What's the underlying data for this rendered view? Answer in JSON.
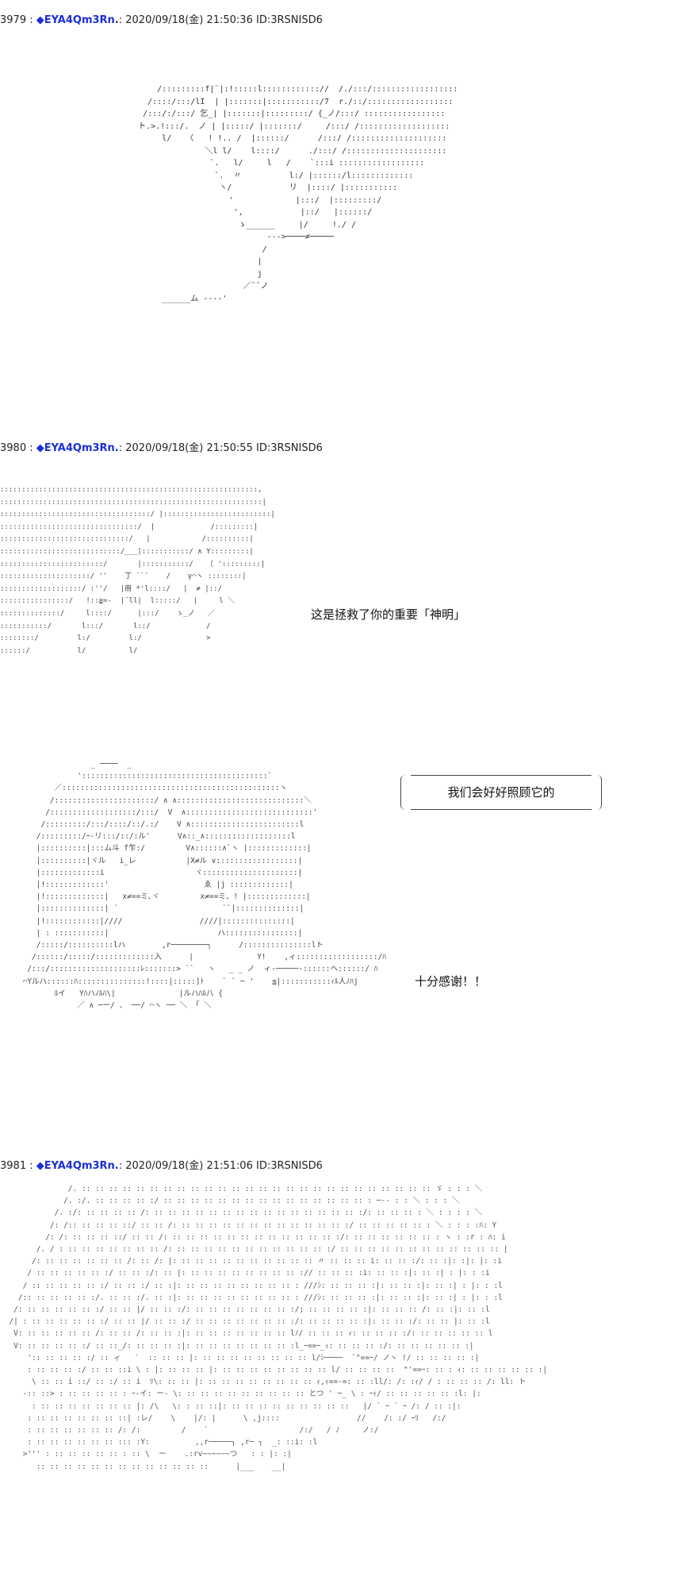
{
  "posts": [
    {
      "header": {
        "number": "3979 :",
        "trip": "◆EYA4Qm3Rn.",
        "meta": ": 2020/09/18(金) 21:50:36 ID:3RSNISD6"
      },
      "art": "        /:::::::::f|¨|:!:::::l:::::::::::://  /./:::/::::::::::::::::::\n      /::::/:::/lI  | |:::::::|:::::::::::/7  r./::/::::::::::::::::::\n     /:::/:/:::/ 乞_| |:::::::|:::::::::/ {_ノ/:::/ :::::::::::::::::\n    ト.>.!:::/.  ノ | |:::::/ |:::::::/     /:::/ /:::::::::::::::::::\n         l/   〈   ! !.. /  |::::::/      /:::/ /::::::::::::::::::::\n                  ＼l l/    l::::/      ./:::/ /:::::::::::::::::::::\n                   `.   l/     l   /    `:::i ::::::::::::::::::\n                    `.  〃          l:/ |::::::/l:::::::::::::\n                     ヽ/            リ  |::::/ |:::::::::::\n                       '             |:::/  |:::::::::/\n                        ',            |::/   |::::::/\n                         ゝ______     |/     !./ /\n                               --->────≠─────\n                              /\n                             |\n                             j\n                          ／¨¨ノ\n         ______ム ---‐'"
    },
    {
      "header": {
        "number": "3980 :",
        "trip": "◆EYA4Qm3Rn.",
        "meta": ": 2020/09/18(金) 21:50:55 ID:3RSNISD6"
      },
      "art": "::::::::::::::::::::::::::::::::::::::::::::::::::::::::::::,\n:::::::::::::::::::::::::::::::::::::::::::::::::::::::::::::|\n:::::::::::::::::::::::::::::::::::/ |:::::::::::::::::::::::::|\n::::::::::::::::::::::::::::::::/  |             /:::::::::|\n::::::::::::::::::::::::::::::/   |            /::::::::::|\n::::::::::::::::::::::::::::/___|:::::::::::/ ∧ Y:::::::::|\n::::::::::::::::::::::::/       |:::::::::::/   〔 ':::::::::|\n:::::::::::::::::::::/ ''    丁 ¨``    /    γ⌒ヽ ::::::::|\n:::::::::::::::::::/ :''/   |冊 *'l::::/   |  ≠ |::/\n::::::::::::::::/   !::≧=-  |¨ll|  l:::::/   |     l ＼\n::::::::::::::/     l::::/      |:::/    ゝ_ノ   ／\n:::::::::::/       l:::/       l::/             /\n::::::::/         l:/         l:/               >\n::::::/           l/          l/"
    },
    {
      "header": null,
      "art": "                    _ ────  _\n                 ':::::::::::::::::::::::::::::::::::::::::`\n            ／::::::::::::::::::::::::::::::::::::::::::::::::ヽ\n           /::::::::::::::::::::::/ ∧ ∧::::::::::::::::::::::::::::＼\n          /:::::::::::::::::::/:::/  V  ∧::::::::::::::::::::::::::::'\n         /:::::::::/:::/::::/::/.:/    V ∧::::::::::::::::::::::::l\n        /:::::::::/ｰ-リ:::/::/:ル'      V∧::_∧:::::::::::::::::::l\n        |::::::::::|:::ム斗 f乍:/         V∧::::::∧`ヽ |:::::::::::::|\n        |::::::::::|ヾル   i_レ           |X≠ル ∨::::::::::::::::::|\n        |:::::::::::::i                    ヾ:::::::::::::::::::::|\n        |!:::::::::::::'                     ゑ |j :::::::::::::|\n        |!:::::::::::::|   x≠==ミ､ヾ         x≠==ミ、! |:::::::::::::|\n        |::::::::::::::| ´                       ``|::::::::::::::|\n        |!::::::::::::|////                 ////|:::::::::::::::|\n        | : :::::::::::|                        ハ::::::::::::::::|\n        /:::::/::::::::::lハ        ,r────────┐      /:::::::::::::::lト\n       /::::::/:::::/:::::::::::::入      |              Y!    ,ィ::::::::::::::::::/ﾊ\n      /:::/::::::::::::::::::::ﾚ:::::::> ``   ヽ   _ _ ノ  ィ‐─────‐::::::ヘ::::::/ ﾊ\n     ⌒Yルハ::::::ﾊ:::::::::::::::!::::|:::::]ﾄ    ` ` ─ '    ≦|:::::::::::ｨﾙ人ﾉﾊj\n            ﾙイ   Yﾊハﾉﾙﾊ\\|              |ルハﾊﾙ八 {\n                 ／ ∧ ─ー/ 、 ──/ ⌒ヽ ── ＼ 「 ＼"
    },
    {
      "header": {
        "number": "3981 :",
        "trip": "◆EYA4Qm3Rn.",
        "meta": ": 2020/09/18(金) 21:51:06 ID:3RSNISD6"
      },
      "art": "               /. :: :: :: :: :: :: :: :: :: :: :: :: :: :: :: :: :: :: :: :: :: :: :: :: :: :: ゞ : : : ＼\n              /. :/. :: :: :: :: :/ :: :: :: :: :: :: :: :: :: :: :: :: :: :: :: : ─‐- : : ＼ : : : ＼\n            /. :/: :: :: :: :: /: :: :: :: :: :: :: :: :: :: :: :: :: :: :: :: :/: :: :: :: : ＼ : : : : ＼\n           /: /:: :: :: :: ::/ :: :: /: :: :: :: :: :: :: :: :: :: :: :: :: :/ :: :: :: :: :: : ＼ : : : :ﾊ: Y\n          /: /: :: :: :: ::/ :: :: /: :: :: :: :: :: :: :: :: :: :: :: :: :/: :: :: :: :: :: :: : ヽ : :r : ﾊ: i\n        /. / : :: :: :: :: :: :: :: /: :: :: :: :: :: :: :: :: :: :: :: :/ :: :: :: :: :: :: :: :: :: :: :: :: |\n       /: :: :: :: :: :: :: /: :: /: |: :: :: :: :: :: :: :: :: :: :: 〃 :: :: :: i: :: :: :/: :: :|: :|: |: :i\n      / :: :: :: :: :: :/ :: :: :/: :: |: :: :: :: :: :: :: :: :: :// :: :: :: :i: :: :: :|: :: :| : |: : :i\n     / :: :: :: :: :: :/ :: :: :/ :: :|: :: :: :: :: :: :: :: :: : ///ｼ: :: :: :: :|: :: :: :|: :: :| : |: : :l\n    /:: :: :: :: :: :/. :: :: :/. :: :|: :: :: :: :: :: :: :: :: : ///ｼ: :: :: :: :|: :: :: :|: :: :| : |: : :l\n   /: :: :: :: :: :: :/ :: :: |/ :: :: :/: :: :: :: :: :: :: :: :/; :: :: :: :: :|: :: :: :: /: :: :|: :: :l\n  /| : :: :: :: :: :: :/ :: :: |/ :: :: :/ :: :: :: :: :: :: :: :/: :: :: :: :: :|: :: :: :/: :: :: |: :: :l\n   V: :: :: :: :: :: /: :: :: /: :: :: :|: :: :: :: :: :: :: :: lﾉ/ :: :: :: ｨ: :: :: :: :/: :: :: :: :: :: l\n   V: :: :: :: :: :/ :: ::_/: :: :: :: :|: :: :: :: :: :: :: :: :l_ｰ==ｰ_ｨ: :: :: :: :/: :: :: :: :: :: :|\n      ':: :: :: :: :/ :: ィ   ′  :: :: :: |: :: :: :: :: :: :: :: :: l/ｼ────  `\"==ｰ/ ノヽ !/ :: :: :: :: :|\n      : :: :: :: :/ :: :: ::i \\ : |: :: :: :: |: :: :: :: :: :: :: :: :: l/ :: :: :: ::  \"'==ｰ: :: : ｨ: :: :: :: :: :: :|\n       \\ :: :: i ::/ :: :/ :: i  ﾘ\\: :: :: |: :: :: :: :: :: :: :: :: ｨ,ｨ==-=: :: :ll/: /: :ｨ/ / : :: :: :: /: ll: ト\n     -:: ::> : :: :: :: :: : ｰ-イ: ー- \\: :: :: :: :: :: :: :: :: :: とつ ' ─_ \\ : ｰｨ/ :: :: :: :: :: :l: |:\n       : :: :: :: :: :: :: :: |: /\\   \\: : :: ::|: :: :: :: :: :: :: :: :: ::   |/ ` ｰ ` ｰ /: / :: :|:\n      : :: :: :: :: :: :: ::| :レ/    \\    |/: |      \\ ,j::::                 //    /: :/ ｰﾘ   /:/\n      : :: :: :: :: :: :: /: /:         /    `                    /:/   / ﾉ     ノ:/\n      : :: :: :: :: :: :: ::: :Y:          ,,r─────┐ ,r─ ┐  _: ::i: :l\n     >''' : :: :: :: :: :: : :: \\  ー    .:rv~~~~~~つ   : : |: :|\n        :: :: :: :: :: :: :: :: :: :: :: :: ::      |___    __|"
    }
  ],
  "captions": {
    "god": "这是拯救了你的重要「神明」",
    "care": "我们会好好照顾它的",
    "thanks": "十分感谢！！"
  }
}
